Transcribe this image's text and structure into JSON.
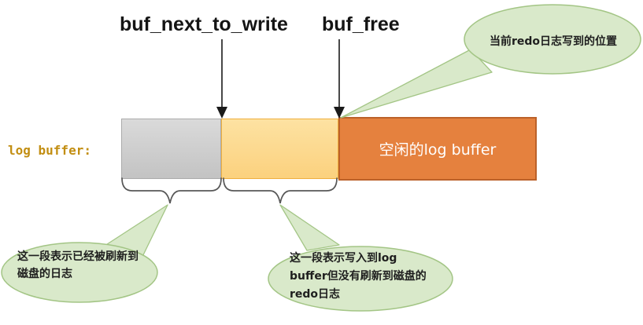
{
  "diagram": {
    "pointers": [
      {
        "name": "buf_next_to_write",
        "label": "buf_next_to_write"
      },
      {
        "name": "buf_free",
        "label": "buf_free"
      }
    ],
    "bar_label": "log buffer:",
    "segments": [
      {
        "name": "flushed-to-disk",
        "label": "",
        "color": "#cdcdcd"
      },
      {
        "name": "written-not-flushed",
        "label": "",
        "color": "#fbd47f"
      },
      {
        "name": "free-space",
        "label": "空闲的log buffer",
        "color": "#e5813e"
      }
    ],
    "callouts": [
      {
        "name": "current-write-position",
        "lines": [
          "当前redo日志写到的位置"
        ]
      },
      {
        "name": "flushed-segment-note",
        "lines": [
          "这一段表示已经被刷新到",
          "磁盘的日志"
        ]
      },
      {
        "name": "unflushed-segment-note",
        "lines": [
          "这一段表示写入到log",
          "buffer但没有刷新到磁盘的",
          "redo日志"
        ]
      }
    ],
    "colors": {
      "callout_fill": "#d9e9ca",
      "callout_border": "#a3c585",
      "bar_label_color": "#c28e12",
      "gray_fill": "#cdcdcd",
      "gray_border": "#ababab",
      "yellow_fill": "#fbd47f",
      "yellow_border": "#efaf3e",
      "orange_fill": "#e5813e",
      "orange_border": "#bb6129",
      "free_text_color": "#ffffff",
      "arrow_color": "#1a1a1a",
      "brace_color": "#575757"
    }
  }
}
